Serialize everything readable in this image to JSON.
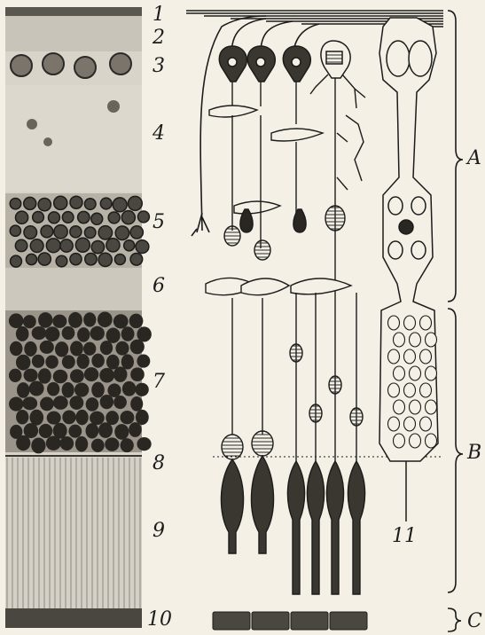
{
  "layer_labels": [
    "1",
    "2",
    "3",
    "4",
    "5",
    "6",
    "7",
    "8",
    "9",
    "10",
    "11"
  ],
  "region_labels": [
    "A",
    "B",
    "C"
  ],
  "colors": {
    "ink": "#1c1c1c",
    "paper": "#f4f0e6",
    "tissue": "#d6d2c8"
  }
}
